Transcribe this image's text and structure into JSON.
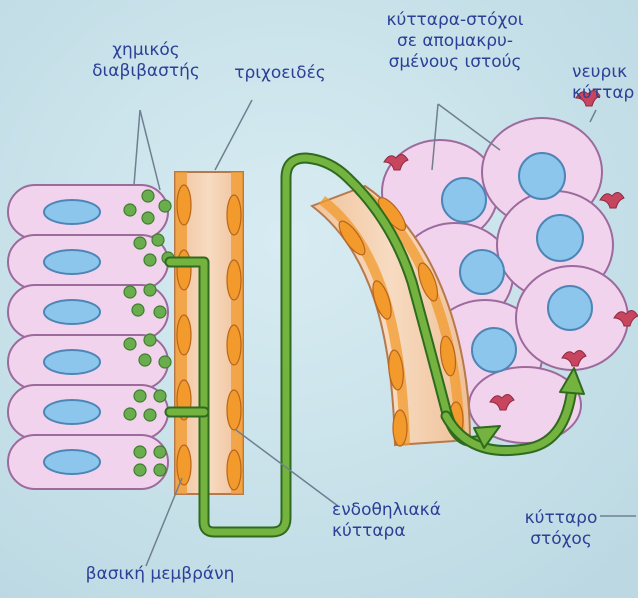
{
  "labels": {
    "chemical_messenger_line1": "χημικός",
    "chemical_messenger_line2": "διαβιβαστής",
    "capillary": "τριχοειδές",
    "target_cells_line1": "κύτταρα-στόχοι",
    "target_cells_line2": "σε απομακρυ-",
    "target_cells_line3": "σμένους ιστούς",
    "nerve_cells_line1": "νευρικ",
    "nerve_cells_line2": "κύτταρ",
    "endothelial_line1": "ενδοθηλιακά",
    "endothelial_line2": "κύτταρα",
    "target_cell_line1": "κύτταρο",
    "target_cell_line2": "στόχος",
    "basement_membrane": "βασική μεμβράνη"
  },
  "colors": {
    "background": "#cfe5ee",
    "label_text": "#2c3f96",
    "leader_line": "#6f7f90",
    "cell_fill": "#f2d3ee",
    "cell_stroke": "#9c6a9c",
    "nucleus_fill": "#8dc6ec",
    "nucleus_stroke": "#4d86b6",
    "capillary_wall": "#f1c39b",
    "endothelial_cell": "#f29a2c",
    "messenger_dot": "#6aad4f",
    "pathway": "#74b33f",
    "receptor": "#c7455f"
  }
}
